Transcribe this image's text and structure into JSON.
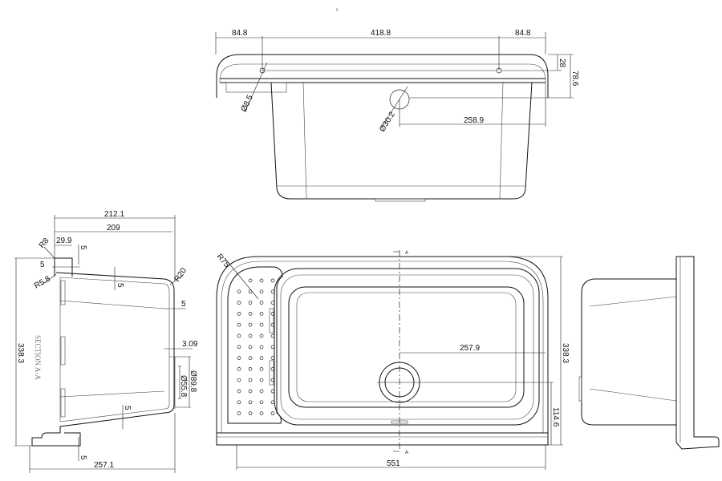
{
  "title": "Sink technical drawing",
  "top_view": {
    "dims": [
      "84.8",
      "418.8",
      "84.8",
      "28",
      "78.6",
      "258.9"
    ],
    "hole_small": "Ø8.5",
    "hole_large": "Ø30.2"
  },
  "section_view": {
    "label": "SECTION A-A",
    "dims": {
      "overall_width": "212.1",
      "width": "209",
      "flange": "29.9",
      "height": "338.3",
      "base": "257.1",
      "wall_3_09": "3.09",
      "drain_outer": "Ø89.8",
      "drain_inner": "Ø55.8",
      "wall_5": "5"
    },
    "radii": {
      "r8": "R8",
      "r5_8": "R5.8",
      "r20": "R20"
    }
  },
  "plan_view": {
    "dims": {
      "width": "551",
      "depth": "338.3",
      "drain_x": "257.9",
      "drain_y": "114.6"
    },
    "radius": "R75",
    "section_marker": "A"
  },
  "colors": {
    "line": "#111111",
    "background": "#ffffff"
  }
}
